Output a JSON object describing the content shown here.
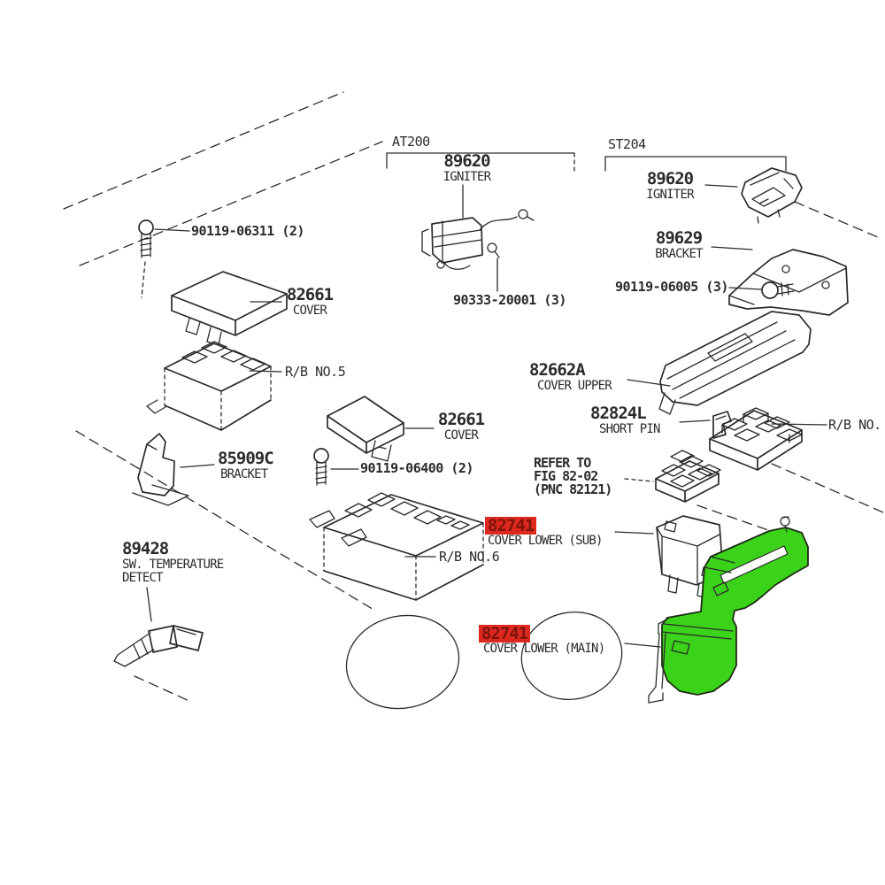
{
  "colors": {
    "line_color": "#2b2b2b",
    "highlight_red": "#de281e",
    "highlight_red_text": "#7e150c",
    "highlight_green": "#3bd31a"
  },
  "groups": {
    "at200": "AT200",
    "st204": "ST204"
  },
  "parts": {
    "igniter_at200": {
      "number": "89620",
      "name": "IGNITER"
    },
    "screw_90333": {
      "number": "90333-20001 (3)"
    },
    "igniter_st204": {
      "number": "89620",
      "name": "IGNITER"
    },
    "bracket_89629": {
      "number": "89629",
      "name": "BRACKET"
    },
    "bolt_90119_06005": {
      "number": "90119-06005 (3)"
    },
    "bolt_90119_06311": {
      "number": "90119-06311 (2)"
    },
    "cover_82661_a": {
      "number": "82661",
      "name": "COVER"
    },
    "relay_block_5": {
      "name": "R/B NO.5"
    },
    "cover_82661_b": {
      "number": "82661",
      "name": "COVER"
    },
    "bolt_90119_06400": {
      "number": "90119-06400 (2)"
    },
    "bracket_85909c": {
      "number": "85909C",
      "name": "BRACKET"
    },
    "cover_upper_82662a": {
      "number": "82662A",
      "name": "COVER UPPER"
    },
    "short_pin_82824l": {
      "number": "82824L",
      "name": "SHORT PIN"
    },
    "relay_block_right": {
      "name": "R/B NO."
    },
    "refer_note": {
      "line1": "REFER TO",
      "line2": "FIG 82-02",
      "line3": "(PNC 82121)"
    },
    "cover_lower_sub_82741": {
      "number": "82741",
      "name": "COVER LOWER (SUB)",
      "highlighted": true
    },
    "switch_temp_89428": {
      "number": "89428",
      "name_line1": "SW. TEMPERATURE",
      "name_line2": "DETECT"
    },
    "relay_block_6": {
      "name": "R/B NO.6"
    },
    "cover_lower_main_82741": {
      "number": "82741",
      "name": "COVER LOWER (MAIN)",
      "highlighted": true
    }
  }
}
